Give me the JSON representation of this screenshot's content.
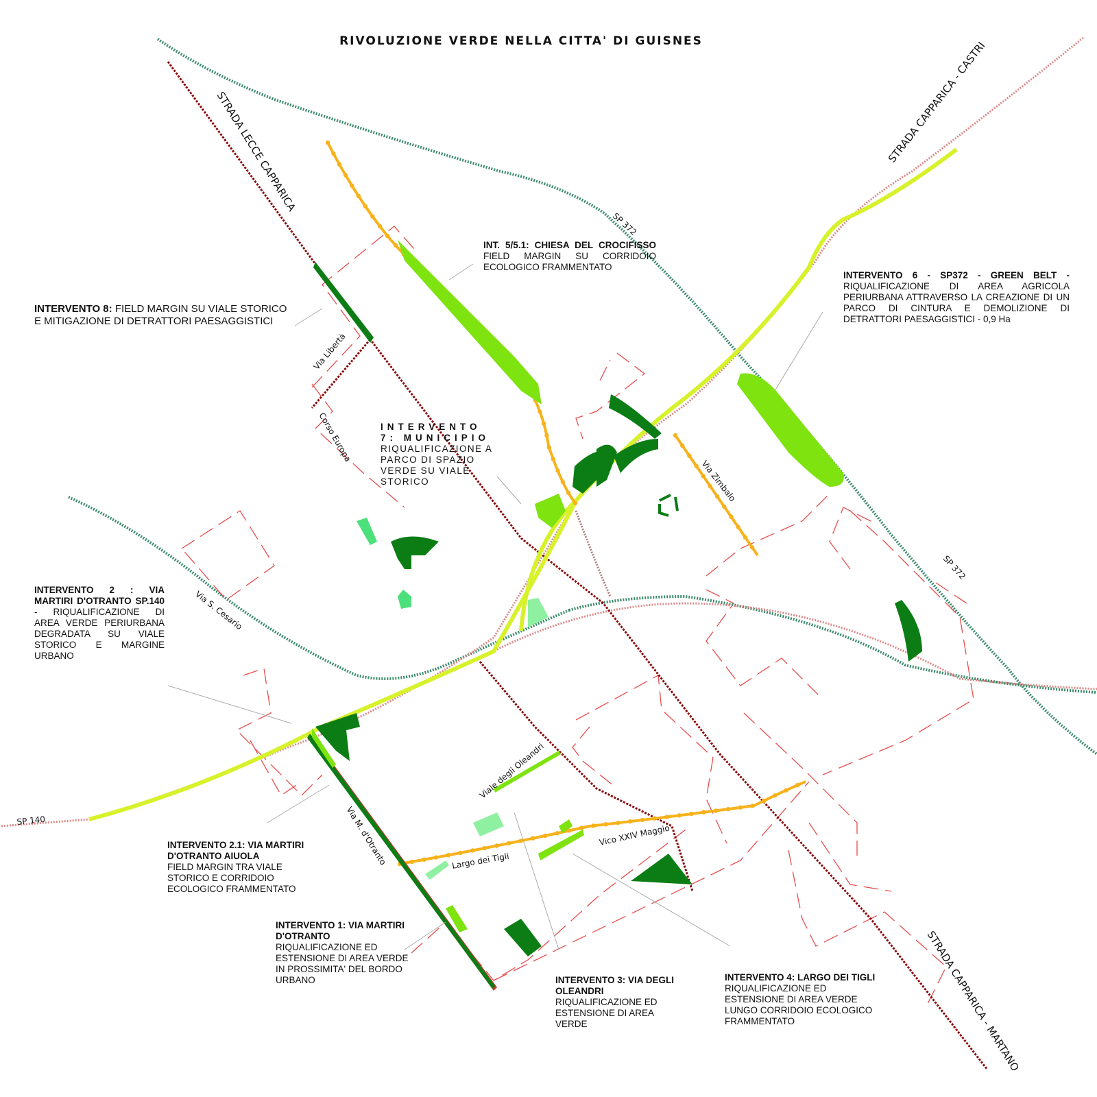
{
  "title": "RIVOLUZIONE VERDE NELLA CITTA' DI GUISNES",
  "roads": {
    "lecce_capparica": "STRADA LECCE CAPPARICA",
    "capparica_castri": "STRADA CAPPARICA - CASTRI",
    "capparica_martano": "STRADA CAPPARICA - MARTANO",
    "sp372_a": "SP 372",
    "sp372_b": "SP 372",
    "sp140": "SP 140",
    "via_liberta": "Via Libertà",
    "corso_europa": "Corso Europa",
    "via_zimbalo": "Via Zimbalo",
    "via_s_cesario": "Via S. Cesario",
    "via_m_dotranto": "Via M. d'Otranto",
    "viale_oleandri": "Viale degli Oleandri",
    "largo_tigli": "Largo dei Tigli",
    "vico_xxiv_maggio": "Vico XXIV Maggio"
  },
  "notes": {
    "int8": {
      "heading": "INTERVENTO 8:",
      "body": "FIELD MARGIN SU VIALE STORICO E MITIGAZIONE DI DETRATTORI PAESAGGISTICI"
    },
    "int5": {
      "heading": "INT. 5/5.1: CHIESA DEL CROCIFISSO",
      "body": "FIELD MARGIN SU CORRIDOIO ECOLOGICO FRAMMENTATO"
    },
    "int6": {
      "heading": "INTERVENTO 6 - SP372 - GREEN BELT -",
      "body": "RIQUALIFICAZIONE DI AREA AGRICOLA PERIURBANA ATTRAVERSO LA CREAZIONE DI UN PARCO DI CINTURA E DEMOLIZIONE DI DETRATTORI PAESAGGISTICI - 0,9 Ha"
    },
    "int7": {
      "heading": "INTERVENTO 7: MUNICIPIO",
      "body": "RIQUALIFICAZIONE A PARCO DI SPAZIO VERDE SU VIALE STORICO"
    },
    "int2": {
      "heading": "INTERVENTO 2 : VIA MARTIRI D'OTRANTO SP.140",
      "body": "- RIQUALIFICAZIONE DI AREA VERDE PERIURBANA DEGRADATA SU VIALE STORICO E MARGINE URBANO"
    },
    "int21": {
      "heading": "INTERVENTO 2.1: VIA MARTIRI D'OTRANTO AIUOLA",
      "body": "FIELD MARGIN TRA VIALE STORICO E CORRIDOIO ECOLOGICO FRAMMENTATO"
    },
    "int1": {
      "heading": "INTERVENTO 1: VIA MARTIRI D'OTRANTO",
      "body": "RIQUALIFICAZIONE ED ESTENSIONE DI AREA VERDE IN PROSSIMITA' DEL BORDO URBANO"
    },
    "int3": {
      "heading": "INTERVENTO 3: VIA DEGLI OLEANDRI",
      "body": "RIQUALIFICAZIONE ED ESTENSIONE DI AREA VERDE"
    },
    "int4": {
      "heading": "INTERVENTO 4: LARGO DEI TIGLI",
      "body": "RIQUALIFICAZIONE ED ESTENSIONE DI AREA VERDE LUNGO CORRIDOIO ECOLOGICO FRAMMENTATO"
    }
  },
  "colors": {
    "dark_green": "#0b7d14",
    "light_green": "#7ee30f",
    "pale_green": "#8ef0a0",
    "yellow_green": "#d7f22a",
    "orange": "#f7b21b",
    "railway": "#8b0a0a",
    "urban_edge": "#e84c4c",
    "teal_road": "#3a8a6a"
  }
}
